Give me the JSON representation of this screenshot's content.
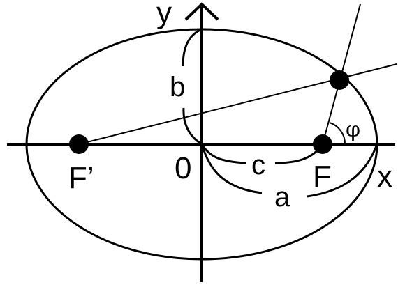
{
  "labels": {
    "y_axis": "y",
    "x_axis": "x",
    "origin": "0",
    "left_focus": "F’",
    "right_focus": "F",
    "semi_minor": "b",
    "focal_distance": "c",
    "semi_major": "a",
    "angle": "φ"
  },
  "colors": {
    "stroke": "#000000",
    "background": "#ffffff"
  }
}
